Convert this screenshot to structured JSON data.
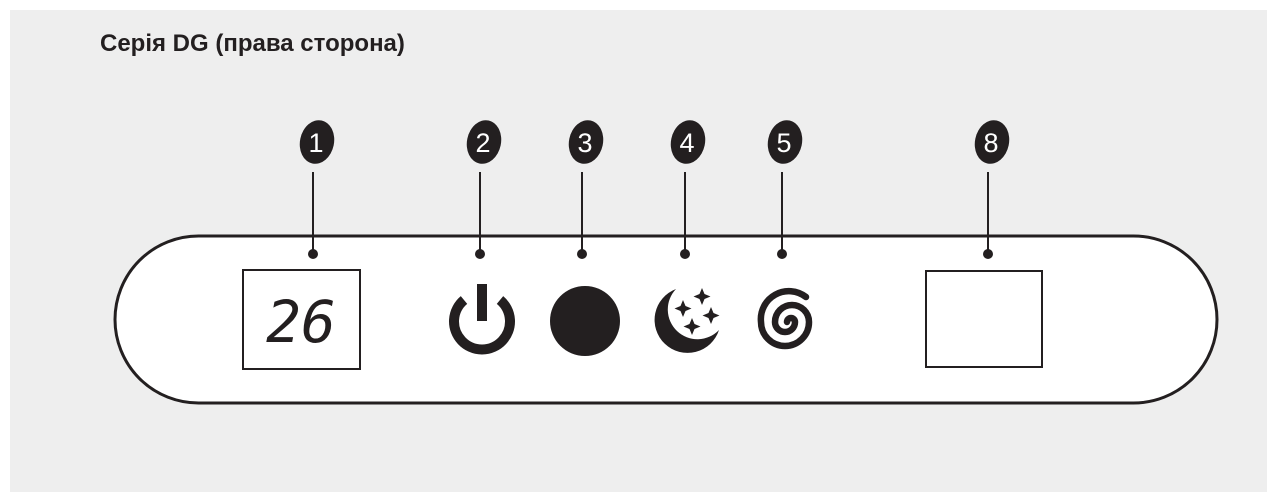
{
  "title": "Серія DG (права сторона)",
  "colors": {
    "background": "#eeeeee",
    "panel": "#ffffff",
    "ink": "#231f20"
  },
  "display": {
    "value": "26"
  },
  "callouts": [
    {
      "number": "1",
      "target": "temperature-display"
    },
    {
      "number": "2",
      "target": "power-button"
    },
    {
      "number": "3",
      "target": "round-button"
    },
    {
      "number": "4",
      "target": "sleep-mode-button"
    },
    {
      "number": "5",
      "target": "swirl-mode-button"
    },
    {
      "number": "8",
      "target": "receiver-window"
    }
  ],
  "icons": {
    "power": "power-icon",
    "button3": "filled-circle-icon",
    "sleep": "moon-stars-icon",
    "swirl": "spiral-icon"
  }
}
